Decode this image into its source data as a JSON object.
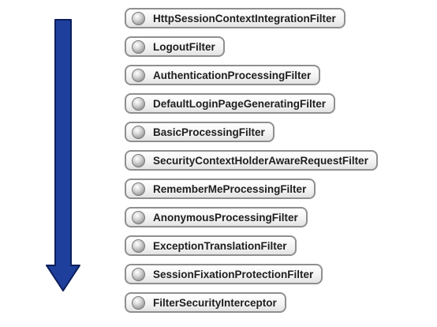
{
  "colors": {
    "arrow_fill": "#1f3f9c",
    "arrow_stroke": "#0b1e5a",
    "chip_border": "#8f8f8f",
    "text": "#1e1e1e"
  },
  "arrow": {
    "icon": "down-arrow-icon",
    "direction": "down"
  },
  "filters": [
    {
      "label": "HttpSessionContextIntegrationFilter"
    },
    {
      "label": "LogoutFilter"
    },
    {
      "label": "AuthenticationProcessingFilter"
    },
    {
      "label": "DefaultLoginPageGeneratingFilter"
    },
    {
      "label": "BasicProcessingFilter"
    },
    {
      "label": "SecurityContextHolderAwareRequestFilter"
    },
    {
      "label": "RememberMeProcessingFilter"
    },
    {
      "label": "AnonymousProcessingFilter"
    },
    {
      "label": "ExceptionTranslationFilter"
    },
    {
      "label": "SessionFixationProtectionFilter"
    },
    {
      "label": "FilterSecurityInterceptor"
    }
  ]
}
